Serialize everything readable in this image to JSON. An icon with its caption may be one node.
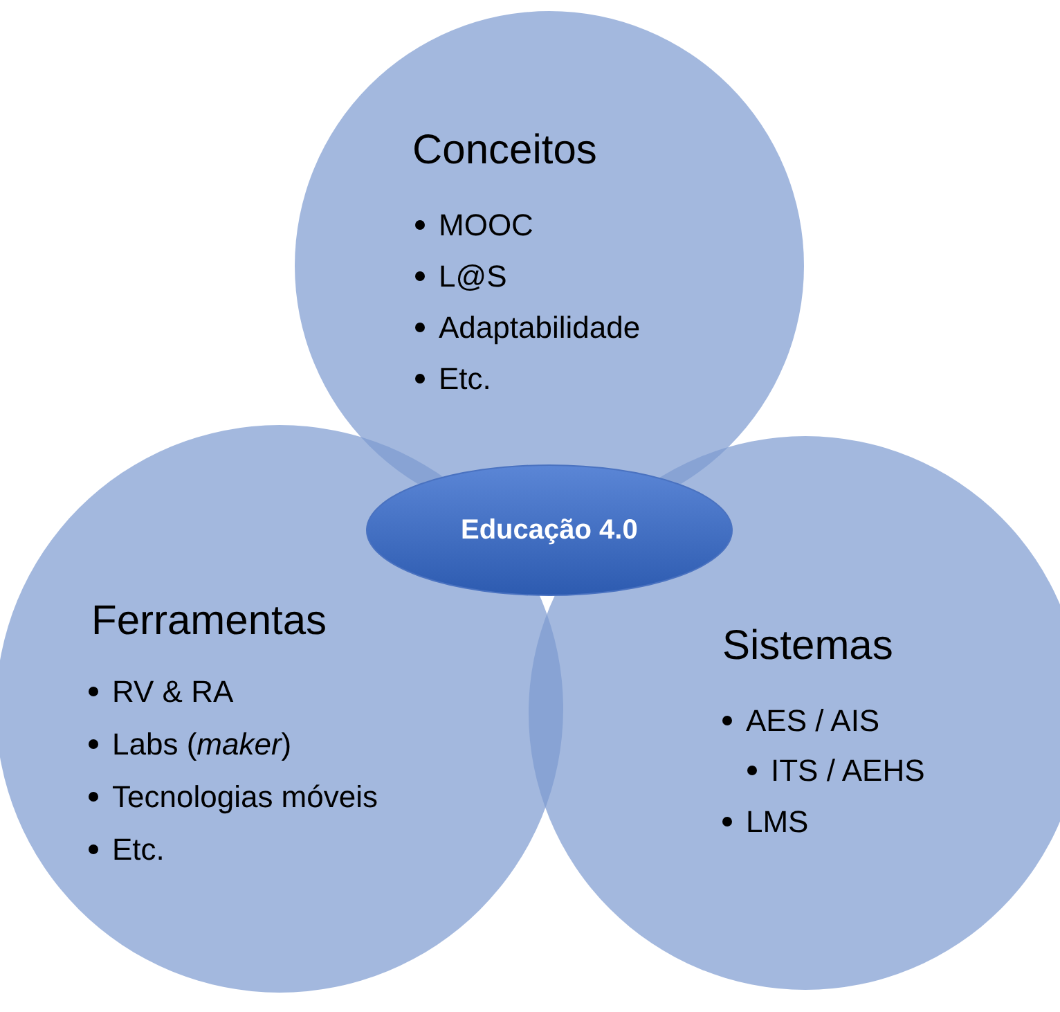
{
  "diagram": {
    "nodes": [
      {
        "text": [
          "Conceitos",
          "MOOC",
          "L@S",
          "Adaptabilidade",
          "Etc."
        ]
      },
      {
        "text": [
          "Ferramentas",
          "RV & RA",
          "Labs (*maker*)",
          "Tecnologias móveis",
          "Etc."
        ]
      },
      {
        "text": [
          "Sistemas",
          "AES / AIS",
          "ITS / AEHS",
          "LMS"
        ]
      },
      {
        "text": [
          "Educação 4.0"
        ]
      }
    ],
    "edges": []
  }
}
